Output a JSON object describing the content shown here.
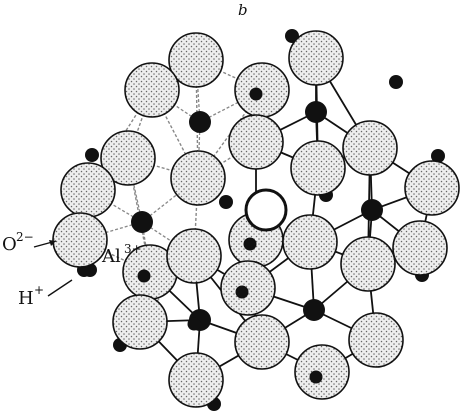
{
  "figure": {
    "panel_label": "b",
    "labels": {
      "oxygen": "O",
      "oxygen_charge": "2−",
      "aluminium": "Al",
      "aluminium_charge": "3+",
      "hydrogen": "H",
      "hydrogen_charge": "+"
    },
    "colors": {
      "stroke": "#111111",
      "oxygen_fill": "#eeeeee",
      "oxygen_dots": "#666666",
      "ion_fill": "#111111",
      "dashed_bond": "#888888",
      "background": "#ffffff"
    }
  }
}
